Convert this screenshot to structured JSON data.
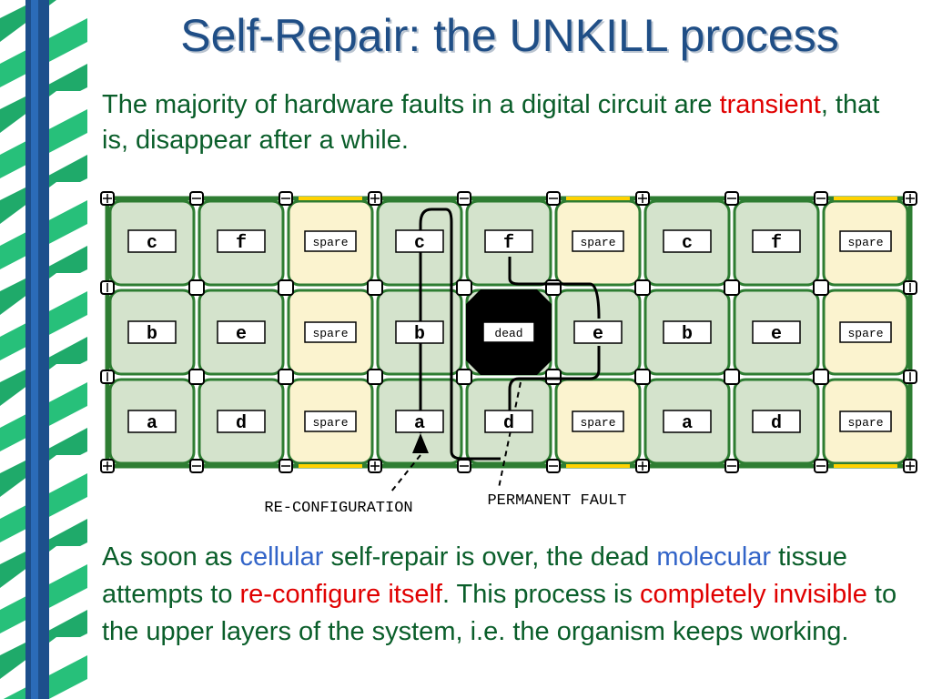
{
  "title": "Self-Repair: the UNKILL process",
  "intro": {
    "part1": "The majority of hardware faults in a digital circuit are",
    "highlight": "transient",
    "part2": ", that is, disappear after a while."
  },
  "grid": {
    "rows": [
      [
        "c",
        "f",
        "spare",
        "c",
        "f",
        "spare",
        "c",
        "f",
        "spare"
      ],
      [
        "b",
        "e",
        "spare",
        "b",
        "dead",
        "e",
        "b",
        "e",
        "spare"
      ],
      [
        "a",
        "d",
        "spare",
        "a",
        "d",
        "spare",
        "a",
        "d",
        "spare"
      ]
    ]
  },
  "annotations": {
    "reconfiguration": "RE-CONFIGURATION",
    "permanent_fault": "PERMANENT FAULT"
  },
  "outro": {
    "t1": "As soon as ",
    "h1": "cellular",
    "t2": " self-repair is over, the dead ",
    "h2": "molecular",
    "t3": " tissue attempts to ",
    "h3": "re-configure itself",
    "t4": ". This process is ",
    "h4": "completely invisible",
    "t5": " to the upper layers of the system, i.e. the organism keeps working."
  },
  "colors": {
    "title": "#1f4e86",
    "text": "#0a5e2a",
    "highlight_red": "#e00000",
    "highlight_blue": "#3264c8",
    "grid_border": "#2e7d32",
    "cell_green": "#d4e3cc",
    "cell_spare": "#fbf3cf",
    "dead": "#000000"
  }
}
